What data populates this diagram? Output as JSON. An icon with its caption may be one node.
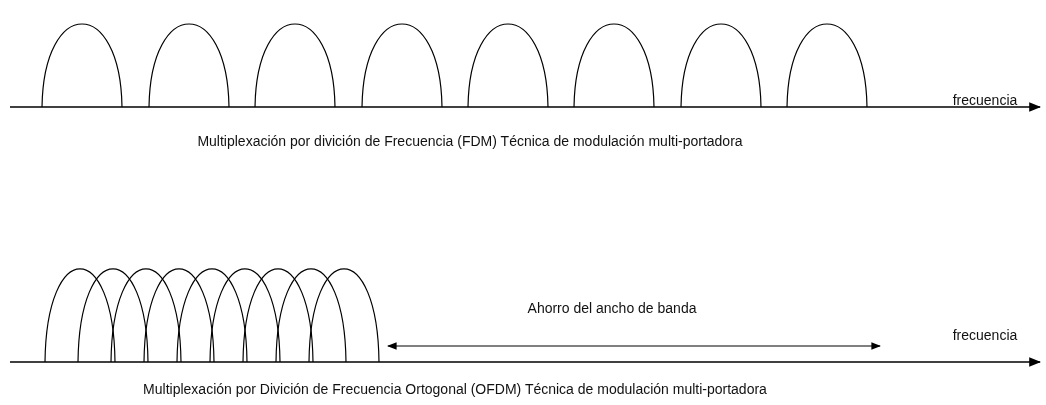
{
  "diagram": {
    "labels": [
      "frecuencia",
      "Multiplexación por divición de Frecuencia (FDM) Técnica de modulación multi-portadora",
      "Ahorro del ancho de banda",
      "frecuencia",
      "Multiplexación por Divición de Frecuencia Ortogonal (OFDM) Técnica de modulación multi-portadora"
    ]
  }
}
